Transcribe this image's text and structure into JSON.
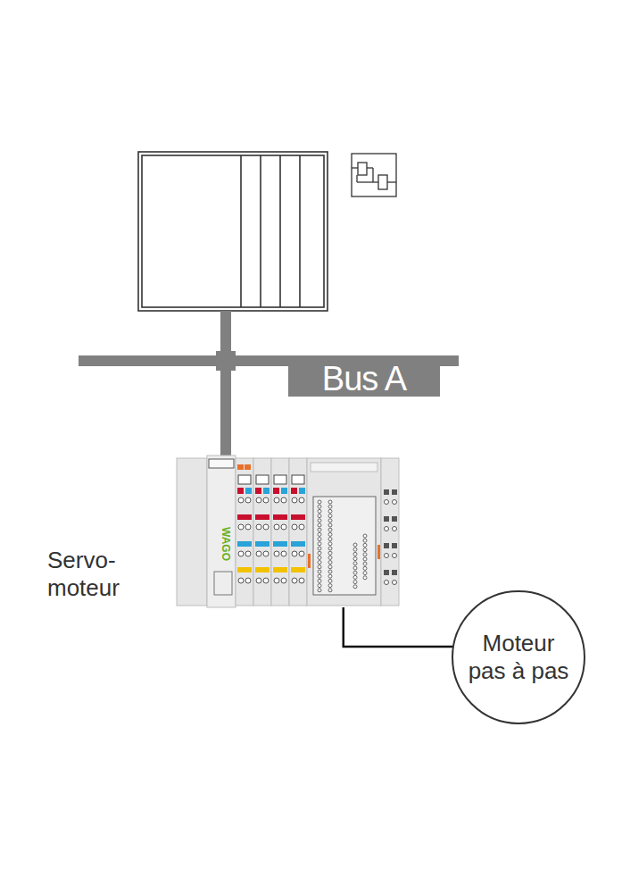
{
  "diagram": {
    "nodes": [
      {
        "text": [
          "Bus A"
        ]
      },
      {
        "text": [
          "Servo-moteur",
          "WAGO"
        ]
      },
      {
        "text": [
          "Moteur pas à pas"
        ]
      }
    ],
    "edges": [
      {
        "from": 1,
        "to": 2,
        "arrow": "none"
      }
    ]
  }
}
